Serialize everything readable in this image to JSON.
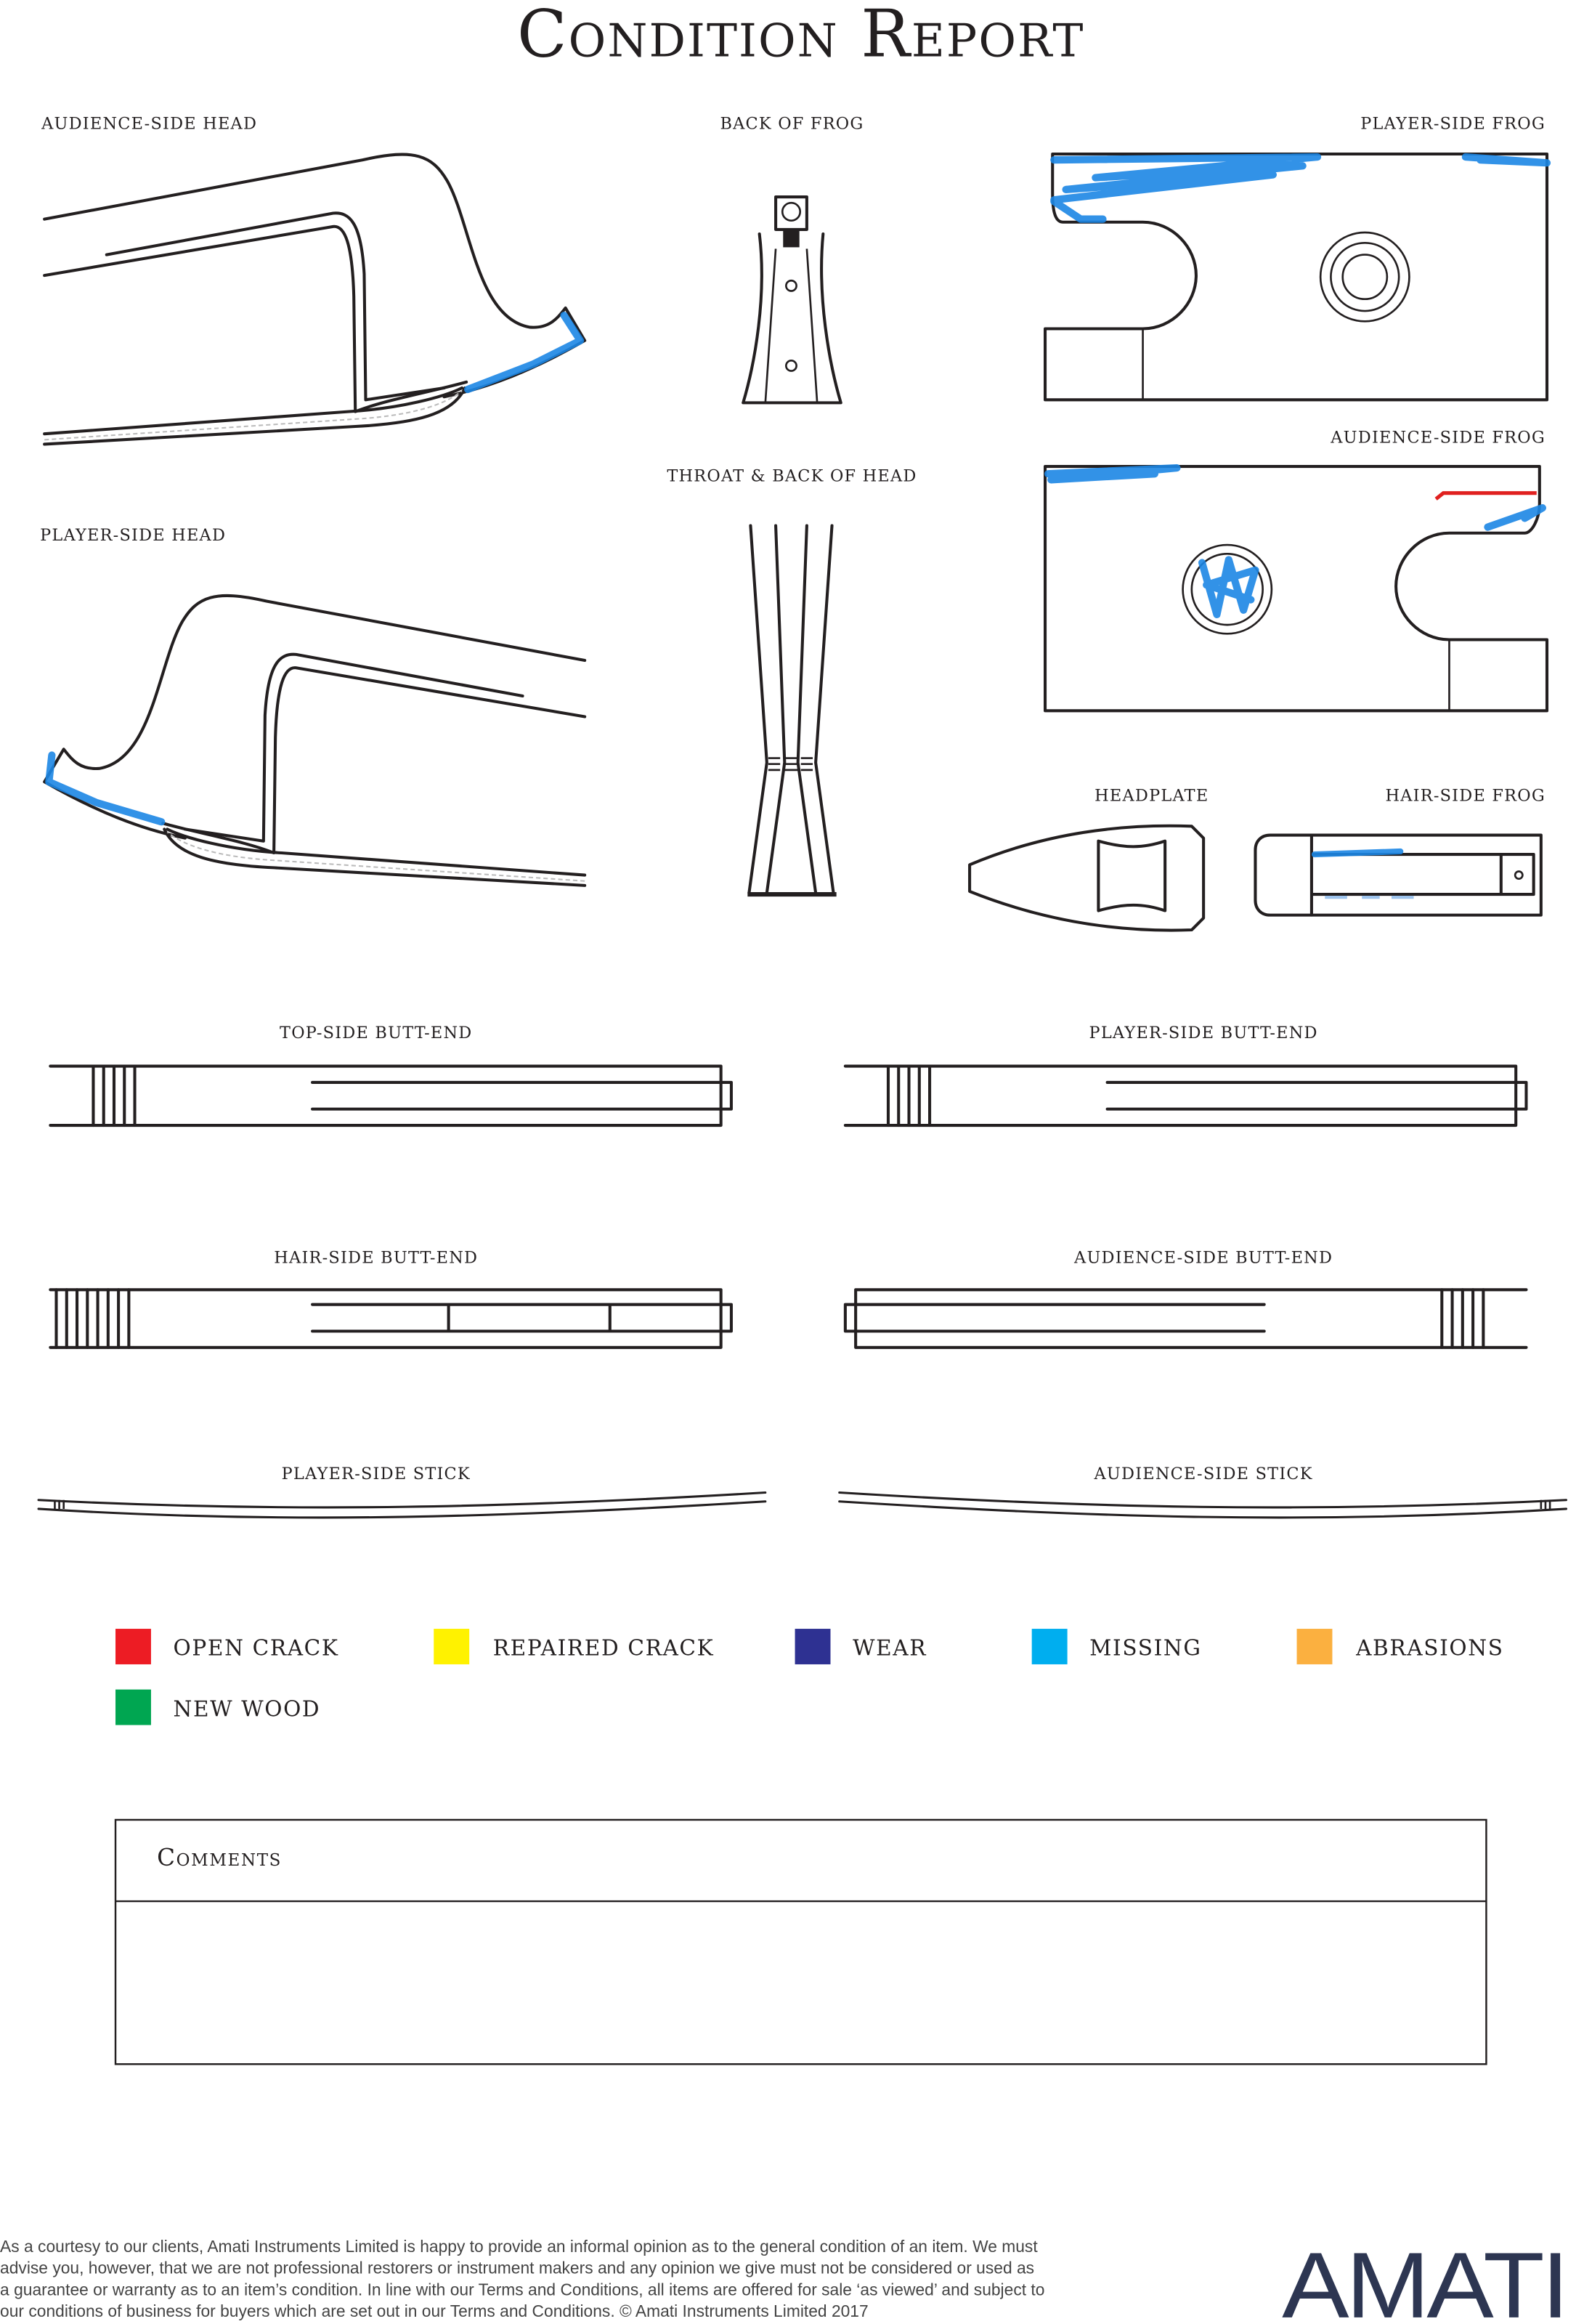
{
  "title": "Condition Report",
  "views": {
    "audience_side_head": "AUDIENCE-SIDE HEAD",
    "back_of_frog": "BACK OF FROG",
    "player_side_frog": "PLAYER-SIDE FROG",
    "audience_side_frog": "AUDIENCE-SIDE FROG",
    "throat_back_of_head": "THROAT & BACK OF HEAD",
    "player_side_head": "PLAYER-SIDE HEAD",
    "headplate": "HEADPLATE",
    "hair_side_frog": "HAIR-SIDE FROG",
    "top_side_butt_end": "TOP-SIDE BUTT-END",
    "player_side_butt_end": "PLAYER-SIDE BUTT-END",
    "hair_side_butt_end": "HAIR-SIDE BUTT-END",
    "audience_side_butt_end": "AUDIENCE-SIDE BUTT-END",
    "player_side_stick": "PLAYER-SIDE STICK",
    "audience_side_stick": "AUDIENCE-SIDE STICK"
  },
  "legend": [
    {
      "label": "OPEN CRACK",
      "color": "#ED1C24"
    },
    {
      "label": "REPAIRED CRACK",
      "color": "#FFF200"
    },
    {
      "label": "WEAR",
      "color": "#2E3192"
    },
    {
      "label": "MISSING",
      "color": "#00AEEF"
    },
    {
      "label": "ABRASIONS",
      "color": "#FBB040"
    },
    {
      "label": "NEW WOOD",
      "color": "#00A651"
    }
  ],
  "comments": {
    "label": "Comments",
    "value": ""
  },
  "footer": {
    "lines": [
      "As a courtesy to our clients, Amati Instruments Limited is happy to provide an informal opinion as to the general condition of an item. We must",
      "advise you, however, that we are not professional restorers or instrument makers and any opinion we give must not be considered or used as",
      "a guarantee or warranty as to an item’s condition. In line with our Terms and Conditions, all items are offered for sale ‘as viewed’ and subject to",
      "our conditions of business for buyers which are set out in our Terms and Conditions. © Amati Instruments Limited 2017"
    ],
    "logo": "AMATI"
  }
}
